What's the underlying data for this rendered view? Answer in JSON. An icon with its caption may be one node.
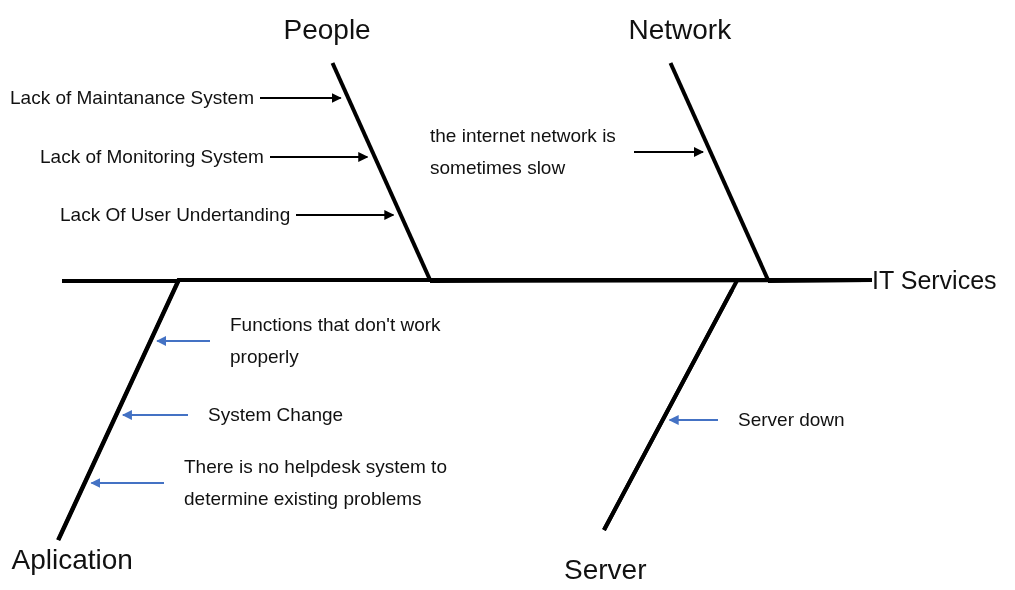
{
  "diagram": {
    "nodes": [
      {
        "text": [
          "People"
        ]
      },
      {
        "text": [
          "Network"
        ]
      },
      {
        "text": [
          "Lack of Maintanance System"
        ]
      },
      {
        "text": [
          "Lack of Monitoring System"
        ]
      },
      {
        "text": [
          "the internet network is sometimes slow"
        ]
      },
      {
        "text": [
          "Lack Of User Undertanding"
        ]
      },
      {
        "text": [
          "IT Services"
        ]
      },
      {
        "text": [
          "Functions that don't work properly"
        ]
      },
      {
        "text": [
          "System Change"
        ]
      },
      {
        "text": [
          "Server down"
        ]
      },
      {
        "text": [
          "There is no helpdesk system to determine existing problems"
        ]
      },
      {
        "text": [
          "Aplication"
        ]
      },
      {
        "text": [
          "Server"
        ]
      }
    ],
    "edges": [
      {
        "from": 0,
        "to": 6,
        "arrow": "none",
        "style": "thick"
      },
      {
        "from": 1,
        "to": 6,
        "arrow": "none",
        "style": "thick"
      },
      {
        "from": 11,
        "to": 6,
        "arrow": "none",
        "style": "thick"
      },
      {
        "from": 12,
        "to": 6,
        "arrow": "none",
        "style": "thick"
      },
      {
        "from": 2,
        "to": 0,
        "arrow": "to"
      },
      {
        "from": 3,
        "to": 0,
        "arrow": "to"
      },
      {
        "from": 5,
        "to": 0,
        "arrow": "to"
      },
      {
        "from": 4,
        "to": 1,
        "arrow": "to"
      },
      {
        "from": 7,
        "to": 11,
        "arrow": "to",
        "color": "#4472c4"
      },
      {
        "from": 8,
        "to": 11,
        "arrow": "to",
        "color": "#4472c4"
      },
      {
        "from": 10,
        "to": 11,
        "arrow": "to",
        "color": "#4472c4"
      },
      {
        "from": 9,
        "to": 12,
        "arrow": "to",
        "color": "#4472c4"
      }
    ]
  }
}
